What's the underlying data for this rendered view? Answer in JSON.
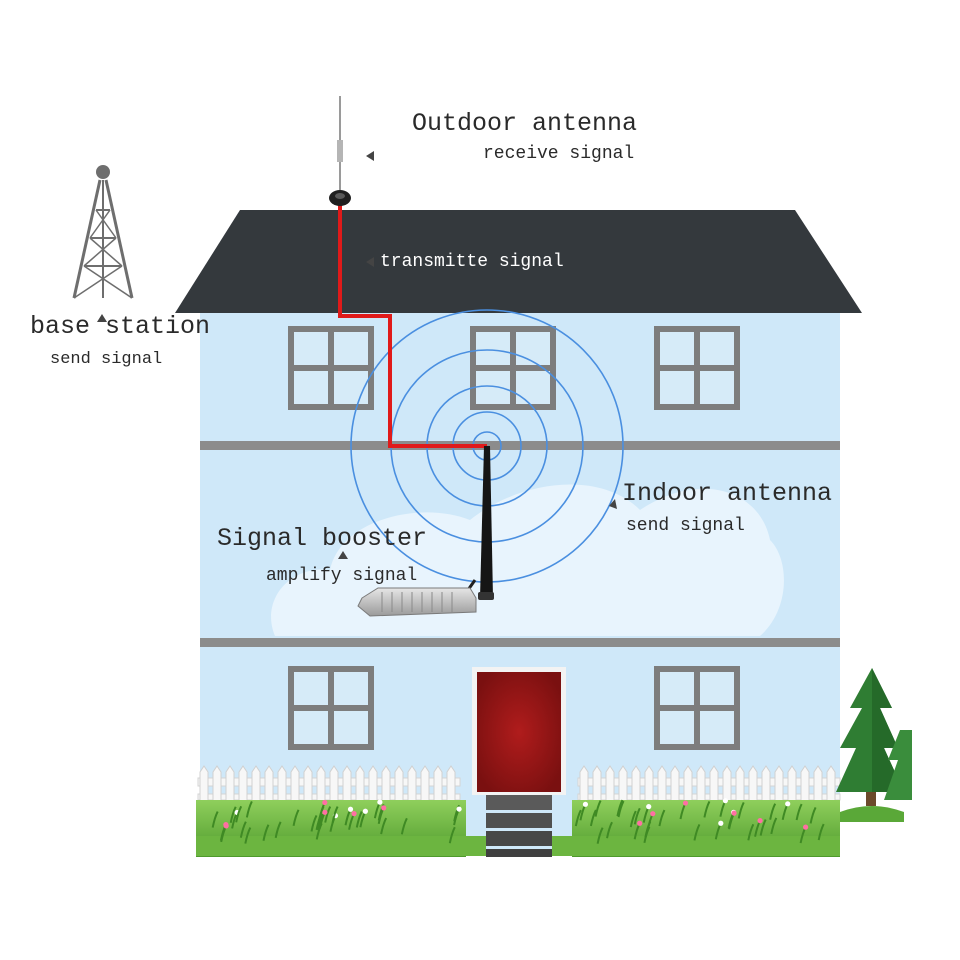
{
  "labels": {
    "outdoor_title": "Outdoor antenna",
    "outdoor_sub": "receive signal",
    "transmit": "transmitte signal",
    "base_title": "base station",
    "base_sub": "send signal",
    "indoor_title": "Indoor antenna",
    "indoor_sub": "send signal",
    "booster_title": "Signal booster",
    "booster_sub": "amplify signal"
  },
  "colors": {
    "roof": "#34393d",
    "wall": "#cfe8f9",
    "trim": "#8c8c8c",
    "cable": "#e01a1a",
    "waves": "#4a8fe0",
    "door": "#8e1515",
    "grass": "#5cae3a",
    "tree": "#2e7d32"
  },
  "icons": {
    "tower": "lattice-tower-icon",
    "outdoor_antenna": "whip-antenna-icon",
    "indoor_antenna": "rod-antenna-icon",
    "booster": "signal-booster-device-icon",
    "tree": "pine-tree-icon"
  }
}
